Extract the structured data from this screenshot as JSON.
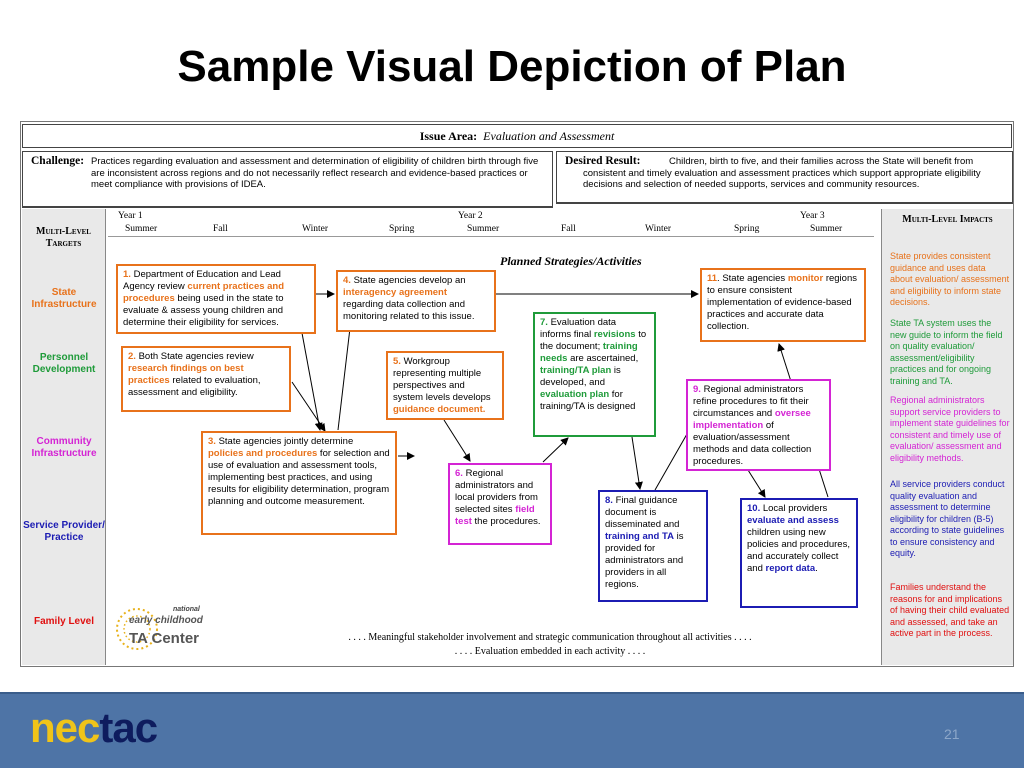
{
  "title": "Sample Visual Depiction of Plan",
  "issue": {
    "label": "Issue Area:",
    "value": "Evaluation and Assessment"
  },
  "challenge": {
    "label": "Challenge:",
    "text": "Practices regarding evaluation and assessment and determination of eligibility of children birth through five are inconsistent across regions and do not necessarily reflect research and evidence-based practices or meet compliance with provisions of IDEA."
  },
  "desired": {
    "label": "Desired Result:",
    "text": "Children, birth to five, and their families across the State will benefit from consistent and timely evaluation and assessment practices which support appropriate eligibility decisions and selection of needed supports, services and community resources."
  },
  "left_col": {
    "heading": "Multi-Level Targets",
    "targets": [
      {
        "label": "State Infrastructure",
        "color": "#e8721b"
      },
      {
        "label": "Personnel Development",
        "color": "#1f9b3a"
      },
      {
        "label": "Community Infrastructure",
        "color": "#d424d4"
      },
      {
        "label": "Service Provider/ Practice",
        "color": "#1c1cb3"
      },
      {
        "label": "Family Level",
        "color": "#e01010"
      }
    ]
  },
  "right_col": {
    "heading": "Multi-Level Impacts",
    "impacts": [
      {
        "text": "State provides consistent guidance and uses data about evaluation/ assessment and eligibility to inform state decisions.",
        "color": "#e8721b"
      },
      {
        "text": "State TA system uses the new guide to inform the field on quality evaluation/ assessment/eligibility practices and for ongoing training and TA.",
        "color": "#1f9b3a"
      },
      {
        "text": "Regional administrators support service providers to implement state guidelines for consistent and timely use of evaluation/ assessment and eligibility methods.",
        "color": "#d424d4"
      },
      {
        "text": "All service providers conduct quality evaluation and assessment to determine eligibility for children (B-5) according to state guidelines to ensure consistency and equity.",
        "color": "#1c1cb3"
      },
      {
        "text": "Families understand the reasons for and implications of having their child evaluated and assessed, and take an active part in the process.",
        "color": "#e01010"
      }
    ]
  },
  "timeline": {
    "years": [
      "Year 1",
      "Year 2",
      "Year 3"
    ],
    "seasons": [
      "Summer",
      "Fall",
      "Winter",
      "Spring",
      "Summer",
      "Fall",
      "Winter",
      "Spring",
      "Summer"
    ]
  },
  "subtitle": "Planned Strategies/Activities",
  "boxes": {
    "b1": {
      "num": "1.",
      "t1": " Department of Education and Lead Agency review ",
      "h1": "current practices and procedures",
      "t2": " being used in the state to evaluate & assess young children and determine their eligibility for services."
    },
    "b2": {
      "num": "2.",
      "t1": " Both State agencies review ",
      "h1": "research findings on best practices",
      "t2": " related to evaluation, assessment and eligibility."
    },
    "b3": {
      "num": "3.",
      "t1": " State agencies jointly determine ",
      "h1": "policies and procedures",
      "t2": " for selection and use of evaluation and assessment tools, implementing best practices, and using results for eligibility determination, program planning and outcome measurement."
    },
    "b4": {
      "num": "4.",
      "t1": " State agencies develop an ",
      "h1": "interagency agreement",
      "t2": " regarding data collection and monitoring related to this issue."
    },
    "b5": {
      "num": "5.",
      "t1": " Workgroup representing multiple perspectives and system levels develops ",
      "h1": "guidance document."
    },
    "b6": {
      "num": "6.",
      "t1": " Regional administrators and local providers from selected sites ",
      "h1": "field test",
      "t2": " the procedures."
    },
    "b7": {
      "num": "7.",
      "t1": " Evaluation data informs final ",
      "h1": "revisions",
      "t2": " to the document; ",
      "h2": "training needs",
      "t3": " are ascertained, ",
      "h3": "training/TA plan",
      "t4": " is developed, and ",
      "h4": "evaluation plan",
      "t5": " for training/TA is designed"
    },
    "b8": {
      "num": "8.",
      "t1": " Final guidance document is disseminated and ",
      "h1": "training and TA",
      "t2": " is provided for administrators and providers in all regions."
    },
    "b9": {
      "num": "9.",
      "t1": " Regional administrators refine procedures to fit their circumstances and ",
      "h1": "oversee implementation",
      "t2": " of evaluation/assessment methods and data collection procedures."
    },
    "b10": {
      "num": "10.",
      "t1": " Local providers ",
      "h1": "evaluate and assess",
      "t2": " children using new policies and procedures, and accurately collect and ",
      "h2": "report data",
      "t3": "."
    },
    "b11": {
      "num": "11",
      "t1": ". State agencies ",
      "h1": "monitor",
      "t2": " regions to ensure consistent implementation of evidence-based practices and accurate data collection."
    }
  },
  "footer": {
    "line1": ". . . . Meaningful stakeholder involvement and strategic communication throughout all activities . . . .",
    "line2": ". . . . Evaluation embedded in each activity . . . ."
  },
  "logo": {
    "small": "national",
    "line1": "early childhood",
    "line2": "TA Center"
  },
  "brand": {
    "nec": "nec",
    "tac": "tac"
  },
  "page_number": "21"
}
